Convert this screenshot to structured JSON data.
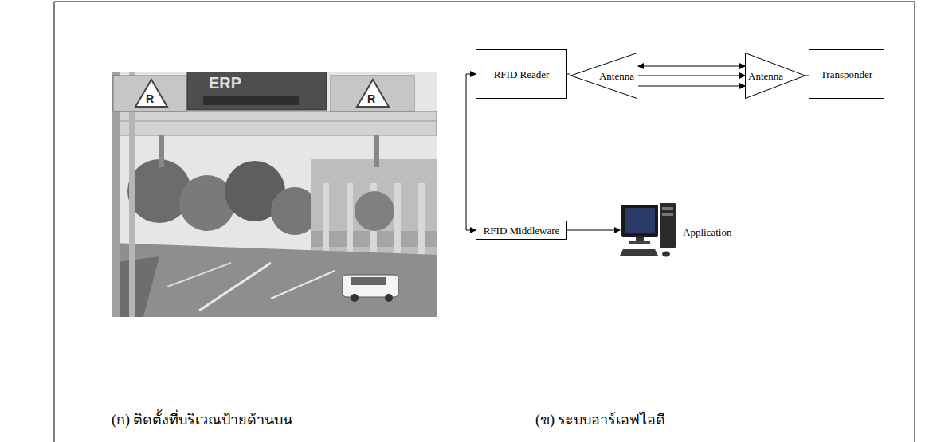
{
  "diagram": {
    "nodes": [
      {
        "text": [
          "RFID Reader"
        ]
      },
      {
        "text": [
          "Antenna"
        ]
      },
      {
        "text": [
          "Antenna"
        ]
      },
      {
        "text": [
          "Transponder"
        ]
      },
      {
        "text": [
          "RFID Middleware"
        ]
      },
      {
        "text": [
          "Application"
        ]
      }
    ],
    "edges": [
      {
        "from": 0,
        "to": 1,
        "arrow": "none"
      },
      {
        "from": 1,
        "to": 2,
        "arrow": "both"
      },
      {
        "from": 1,
        "to": 2,
        "arrow": "to"
      },
      {
        "from": 1,
        "to": 2,
        "arrow": "to"
      },
      {
        "from": 2,
        "to": 3,
        "arrow": "none"
      },
      {
        "from": 0,
        "to": 4,
        "arrow": "both"
      },
      {
        "from": 4,
        "to": 5,
        "arrow": "to"
      }
    ],
    "labels": [
      "(ก) ติดตั้งที่บริเวณป้ายด้านบน",
      "(ข) ระบบอาร์เอฟไอดี",
      "ERP",
      "R",
      "R"
    ]
  }
}
